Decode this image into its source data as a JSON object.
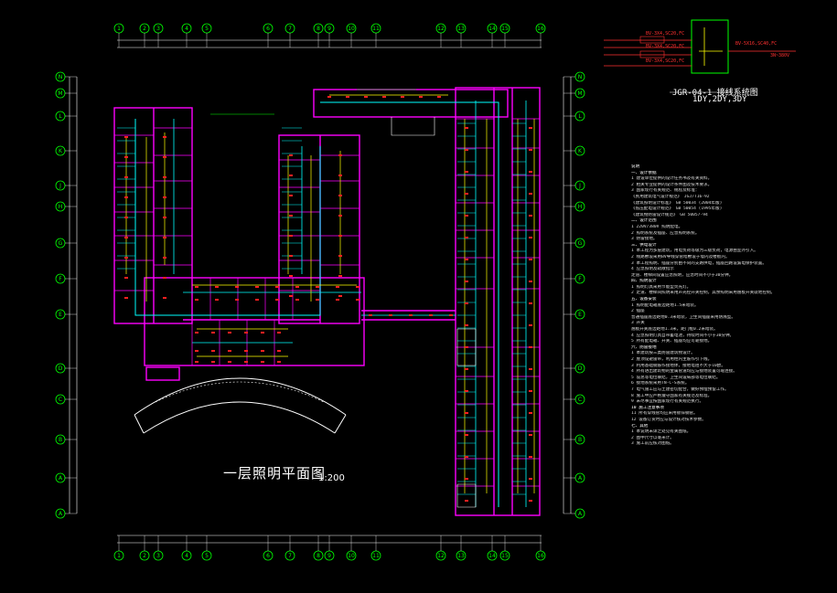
{
  "drawing": {
    "title": "一层照明平面图",
    "scale": "1:200"
  },
  "axes": {
    "columns": [
      "1",
      "2",
      "3",
      "4",
      "5",
      "6",
      "7",
      "8",
      "9",
      "10",
      "11",
      "12",
      "13",
      "14",
      "15",
      "16"
    ],
    "rows": [
      "N",
      "M",
      "L",
      "K",
      "J",
      "H",
      "G",
      "F",
      "E",
      "D",
      "C",
      "B",
      "A"
    ]
  },
  "system_diagram": {
    "title": "JGR-04-1 接线系统图",
    "subtitle": "1DY,2DY,3DY",
    "labels": [
      "BV-3X4,SC20,FC",
      "BV-3X4,SC20,FC",
      "BV-3X4,SC20,FC",
      "BV-5X16,SC40,FC",
      "3N~380V"
    ]
  },
  "notes": [
    {
      "heading": true,
      "text": "说明"
    },
    {
      "heading": true,
      "text": "一、设计依据"
    },
    {
      "heading": false,
      "text": "1 建设单位提供的设计任务书及有关资料。"
    },
    {
      "heading": false,
      "text": "2 相关专业提供的设计条件图及技术要求。"
    },
    {
      "heading": false,
      "text": "3 国家现行有关规范、规程及标准："
    },
    {
      "heading": false,
      "text": "  《民用建筑电气设计规范》   JGJ/T16-92"
    },
    {
      "heading": false,
      "text": "  《建筑照明设计标准》      GB 50034   (2004年版)"
    },
    {
      "heading": false,
      "text": "  《低压配电设计规范》      GB 50054   (1995年版)"
    },
    {
      "heading": false,
      "text": "  《建筑物防雷设计规范》    GB 50057-94"
    },
    {
      "heading": true,
      "text": "二、设计范围"
    },
    {
      "heading": false,
      "text": "1 220V/380V 照明配电。"
    },
    {
      "heading": false,
      "text": "2 照明系统及插座、应急照明系统。"
    },
    {
      "heading": false,
      "text": "3 防雷接地。"
    },
    {
      "heading": true,
      "text": "三、供电设计"
    },
    {
      "heading": false,
      "text": "1 本工程为多层建筑，用电负荷等级为三级负荷，电源由室外引入。"
    },
    {
      "heading": false,
      "text": "2 线路敷设采用BV导线穿管暗敷设于墙内及楼板内。"
    },
    {
      "heading": false,
      "text": "3 本工程照明、插座分别由不同的支路供电，插座回路设漏电保护装置。"
    },
    {
      "heading": false,
      "text": "4 应急照明及疏散指示"
    },
    {
      "heading": false,
      "text": "  走道、楼梯间设置应急照明，应急时间不小于30分钟。"
    },
    {
      "heading": true,
      "text": "四、照明设计"
    },
    {
      "heading": false,
      "text": "1 照明灯具采用节能型荧光灯。"
    },
    {
      "heading": false,
      "text": "2 走道、楼梯间照明采用声光控开关控制，其余照明采用翘板开关就地控制。"
    },
    {
      "heading": true,
      "text": "五、设备安装"
    },
    {
      "heading": false,
      "text": "1 照明配电箱底边距地1.5米暗装。"
    },
    {
      "heading": false,
      "text": "2 插座"
    },
    {
      "heading": false,
      "text": "  普通插座底边距地0.3米暗装，卫生间插座采用防溅型。"
    },
    {
      "heading": false,
      "text": "3 开关"
    },
    {
      "heading": false,
      "text": "  翘板开关底边距地1.3米，距门框0.2米暗装。"
    },
    {
      "heading": false,
      "text": "4 应急照明灯具自带蓄电池，持续时间不小于30分钟。"
    },
    {
      "heading": false,
      "text": "5 所有配电箱、开关、插座均应可靠接地。"
    },
    {
      "heading": true,
      "text": "六、防雷接地"
    },
    {
      "heading": false,
      "text": "1 本建筑按三类防雷建筑物设计。"
    },
    {
      "heading": false,
      "text": "2 屋顶设避雷带，利用柱内主筋作引下线。"
    },
    {
      "heading": false,
      "text": "3 利用基础钢筋作接地体，接地电阻不大于10欧。"
    },
    {
      "heading": false,
      "text": "4 所有进出建筑物的金属管道均应与接地装置可靠连接。"
    },
    {
      "heading": false,
      "text": "5 设总等电位联结，卫生间设局部等电位联结。"
    },
    {
      "heading": false,
      "text": "6 接地系统采用TN-C-S系统。"
    },
    {
      "heading": false,
      "text": "7 电气施工应与土建密切配合，做好预埋预留工作。"
    },
    {
      "heading": false,
      "text": "8 施工中应严格遵守国家有关规范及标准。"
    },
    {
      "heading": false,
      "text": "9 未尽事宜按国家现行有关规范执行。"
    },
    {
      "heading": true,
      "text": "10 施工注意事项"
    },
    {
      "heading": false,
      "text": "11 所有穿线管均应采用镀锌钢管。"
    },
    {
      "heading": false,
      "text": "12 设备订货时应与设计核对技术参数。"
    },
    {
      "heading": true,
      "text": "七、其他"
    },
    {
      "heading": false,
      "text": "1 本说明未详之处见有关图纸。"
    },
    {
      "heading": false,
      "text": "2 图中尺寸以毫米计。"
    },
    {
      "heading": false,
      "text": "3 施工前应核对图纸。"
    }
  ],
  "colors": {
    "wall": "#ff00ff",
    "lighting": "#00ffff",
    "circuit": "#ffff00",
    "fixture": "#ff2020",
    "axis": "#00ff00",
    "text": "#ffffff"
  }
}
